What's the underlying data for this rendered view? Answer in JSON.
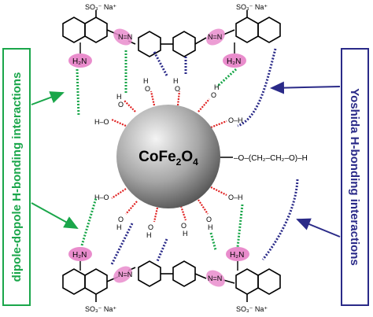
{
  "core_label": "CoFe",
  "core_sub_2": "2",
  "core_sub_4": "4",
  "so3na_label": "SO₃⁻ Na⁺",
  "nh2_label": "H₂N",
  "hydroxyl_label": "H–O",
  "peg_label": "–O–(CH₂–CH₂–O)–H",
  "left_box_text": "dipole-dopole H-bonding interactions",
  "right_box_text": "Yoshida H-bonding interactions",
  "colors": {
    "green": "#1aa64a",
    "navy": "#2a2a88",
    "red": "#e02020",
    "pink": "#e98ccc",
    "sphere_light": "#f2f2f2",
    "sphere_dark": "#555555"
  }
}
